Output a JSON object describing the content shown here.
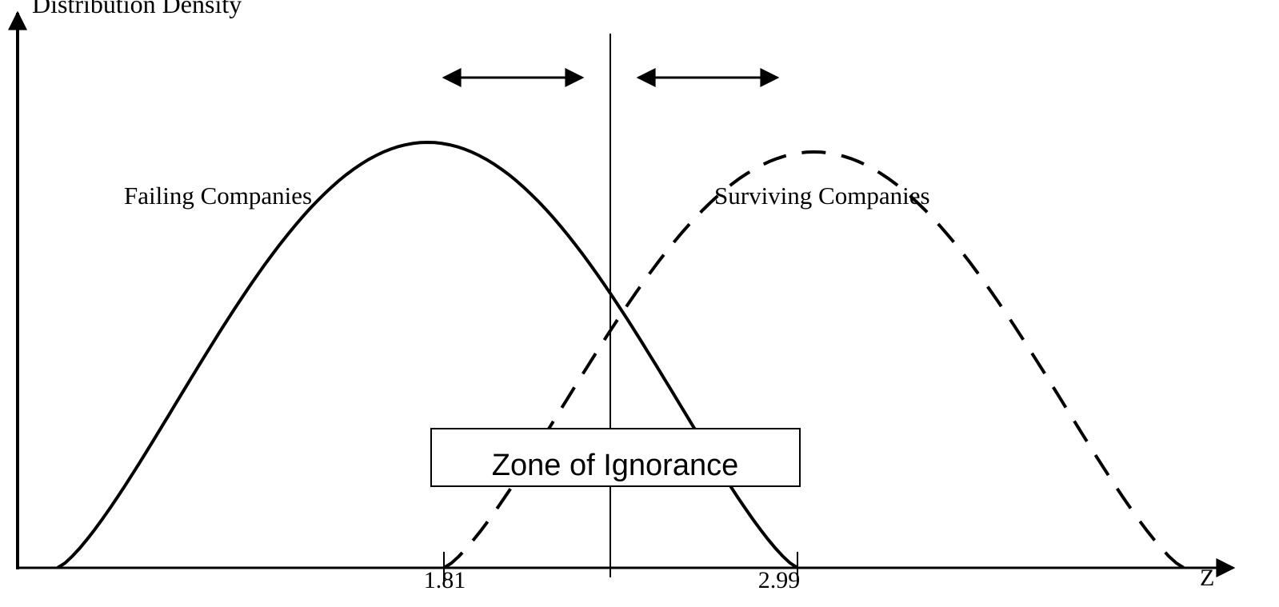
{
  "y_axis_label": "Distribution Density",
  "x_axis_label": "Z",
  "curves": {
    "failing": {
      "label": "Failing Companies",
      "line_style": "solid"
    },
    "surviving": {
      "label": "Surviving Companies",
      "line_style": "dashed"
    }
  },
  "thresholds": {
    "lower": "1.81",
    "upper": "2.99"
  },
  "zone_label": "Zone of Ignorance",
  "colors": {
    "ink": "#000000",
    "background": "#ffffff"
  }
}
